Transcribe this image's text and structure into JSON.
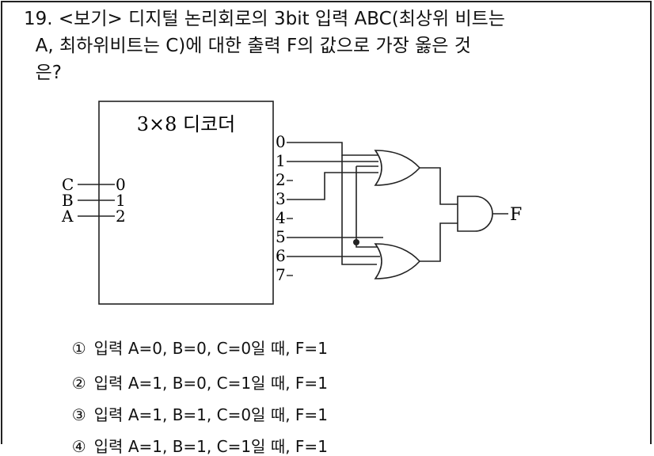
{
  "question": {
    "line1": "19. <보기> 디지털 논리회로의 3bit 입력 ABC(최상위 비트는",
    "line2": "  A, 최하위비트는 C)에 대한 출력 F의 값으로 가장 옳은 것",
    "line3": "  은?"
  },
  "diagram": {
    "decoder_title": "3×8 디코더",
    "input_labels": [
      "C",
      "B",
      "A"
    ],
    "input_pins": [
      "0",
      "1",
      "2"
    ],
    "output_pins": [
      "0",
      "1",
      "2",
      "3",
      "4",
      "5",
      "6",
      "7"
    ],
    "output_label": "F"
  },
  "options": [
    {
      "mark": "①",
      "text": "입력 A=0, B=0, C=0일 때, F=1"
    },
    {
      "mark": "②",
      "text": "입력 A=1, B=0, C=1일 때, F=1"
    },
    {
      "mark": "③",
      "text": "입력 A=1, B=1, C=0일 때, F=1"
    },
    {
      "mark": "④",
      "text": "입력 A=1, B=1, C=1일 때, F=1"
    }
  ]
}
